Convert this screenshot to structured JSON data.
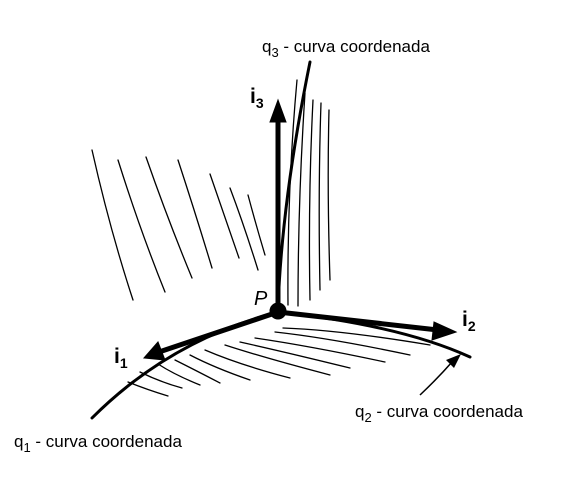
{
  "labels": {
    "q1": {
      "main": "q",
      "sub": "1",
      "rest": " - curva coordenada"
    },
    "q2": {
      "main": "q",
      "sub": "2",
      "rest": " - curva coordenada"
    },
    "q3": {
      "main": "q",
      "sub": "3",
      "rest": " - curva coordenada"
    },
    "point": "P"
  },
  "vectors": {
    "i1": {
      "main": "i",
      "sub": "1"
    },
    "i2": {
      "main": "i",
      "sub": "2"
    },
    "i3": {
      "main": "i",
      "sub": "3"
    }
  }
}
